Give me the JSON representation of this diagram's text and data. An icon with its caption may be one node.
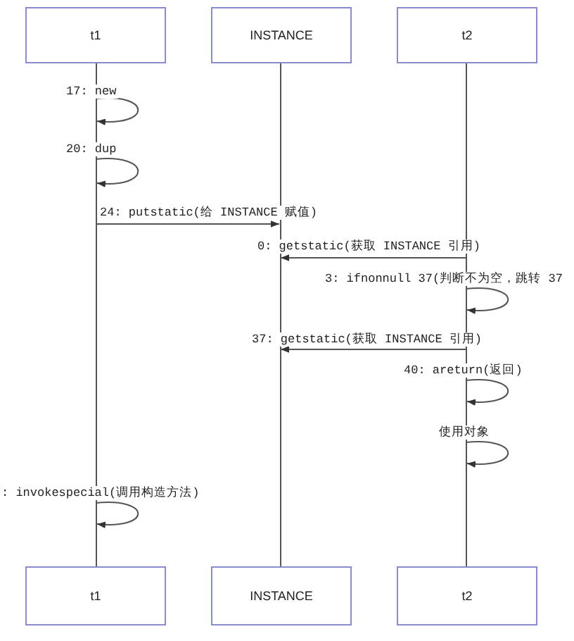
{
  "diagram": {
    "nodes": [
      {
        "text": [
          "t1"
        ]
      },
      {
        "text": [
          "INSTANCE"
        ]
      },
      {
        "text": [
          "t2"
        ]
      },
      {
        "text": [
          "t1"
        ]
      },
      {
        "text": [
          "INSTANCE"
        ]
      },
      {
        "text": [
          "t2"
        ]
      },
      {
        "text": [],
        "shape": "bar"
      },
      {
        "text": [],
        "shape": "bar"
      },
      {
        "text": [],
        "shape": "bar"
      }
    ],
    "edges": [
      {
        "from": 6,
        "to": 6,
        "arrow": "to",
        "label": "17: new"
      },
      {
        "from": 6,
        "to": 6,
        "arrow": "to",
        "label": "20: dup"
      },
      {
        "from": 6,
        "to": 7,
        "arrow": "to",
        "label": "24: putstatic(给 INSTANCE 赋值)"
      },
      {
        "from": 8,
        "to": 7,
        "arrow": "to",
        "label": "0: getstatic(获取 INSTANCE 引用)"
      },
      {
        "from": 8,
        "to": 8,
        "arrow": "to",
        "label": "3: ifnonnull 37(判断不为空，跳转 37"
      },
      {
        "from": 8,
        "to": 7,
        "arrow": "to",
        "label": "37: getstatic(获取 INSTANCE 引用)"
      },
      {
        "from": 8,
        "to": 8,
        "arrow": "to",
        "label": "40: areturn(返回)"
      },
      {
        "from": 8,
        "to": 8,
        "arrow": "to",
        "label": "使用对象"
      },
      {
        "from": 6,
        "to": 6,
        "arrow": "to",
        "label": ": invokespecial(调用构造方法)"
      }
    ]
  }
}
